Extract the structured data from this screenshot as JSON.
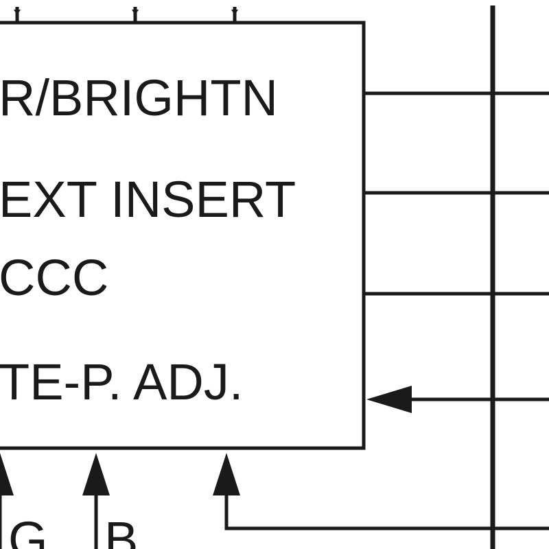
{
  "block": {
    "lines": [
      {
        "text": "R/BRIGHTN"
      },
      {
        "text": "EXT INSERT"
      },
      {
        "text": "CCC"
      },
      {
        "text": "TE-P. ADJ."
      }
    ]
  },
  "inputs": {
    "bottom_labels": [
      {
        "text": "G"
      },
      {
        "text": "B"
      }
    ]
  }
}
